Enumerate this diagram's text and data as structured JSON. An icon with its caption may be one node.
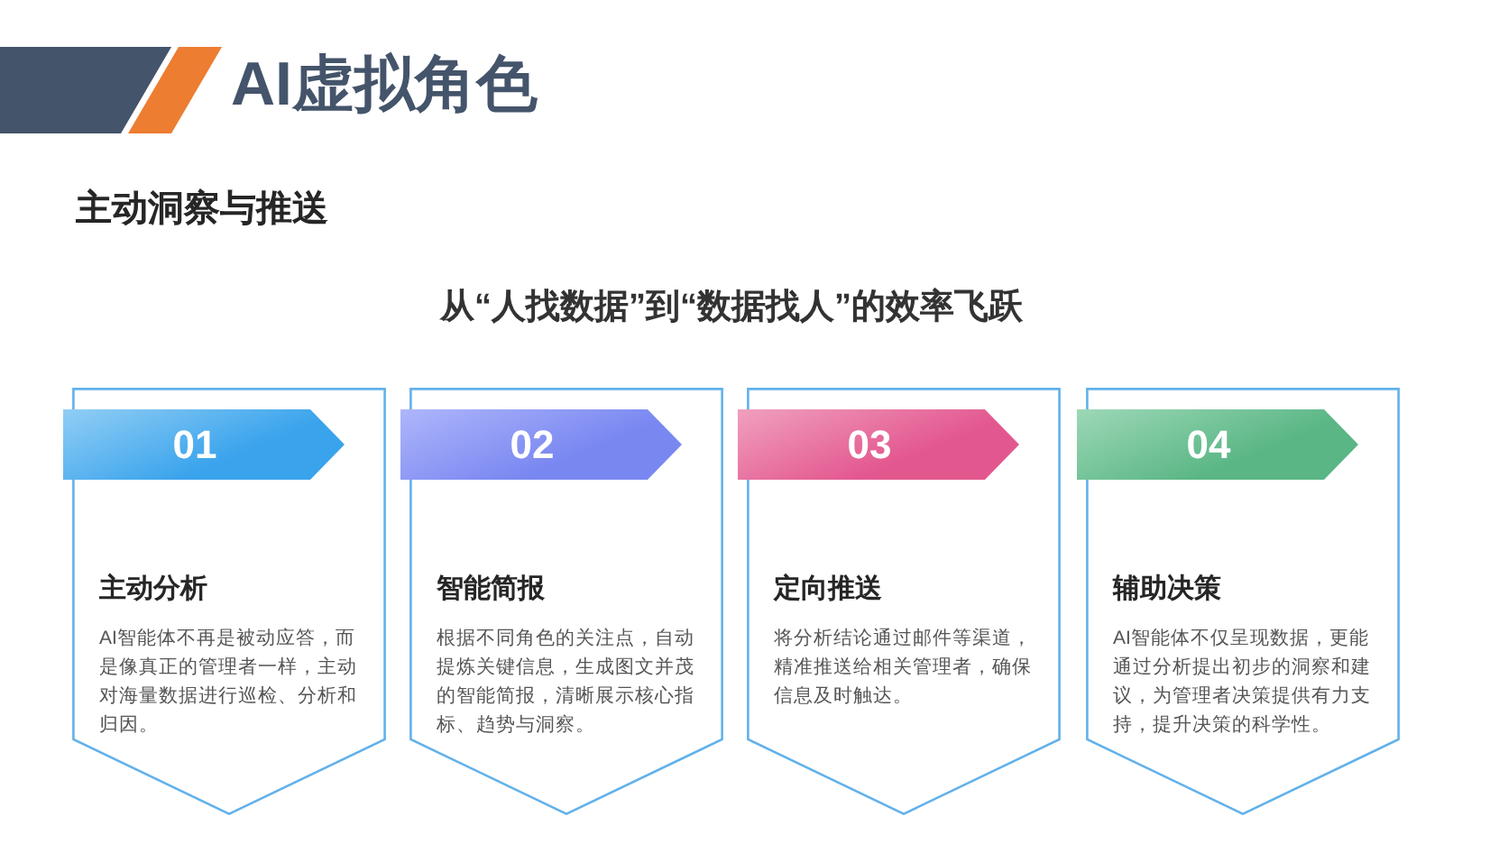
{
  "diagram": {
    "title": "AI虚拟角色",
    "nodes": [
      {
        "text": [
          "主动分析",
          "AI智能体不再是被动应答，而是像真正的管理者一样，主动对海量数据进行巡检、分析和归因。"
        ]
      },
      {
        "text": [
          "01"
        ],
        "in": 0
      },
      {
        "text": [
          "智能简报",
          "根据不同角色的关注点，自动提炼关键信息，生成图文并茂的智能简报，清晰展示核心指标、趋势与洞察。"
        ]
      },
      {
        "text": [
          "02"
        ],
        "in": 2
      },
      {
        "text": [
          "定向推送",
          "将分析结论通过邮件等渠道，精准推送给相关管理者，确保信息及时触达。"
        ]
      },
      {
        "text": [
          "03"
        ],
        "in": 4
      },
      {
        "text": [
          "辅助决策",
          "AI智能体不仅呈现数据，更能通过分析提出初步的洞察和建议，为管理者决策提供有力支持，提升决策的科学性。"
        ]
      },
      {
        "text": [
          "04"
        ],
        "in": 6
      }
    ],
    "labels": [
      "主动洞察与推送",
      "从“人找数据”到“数据找人”的效率飞跃"
    ]
  }
}
